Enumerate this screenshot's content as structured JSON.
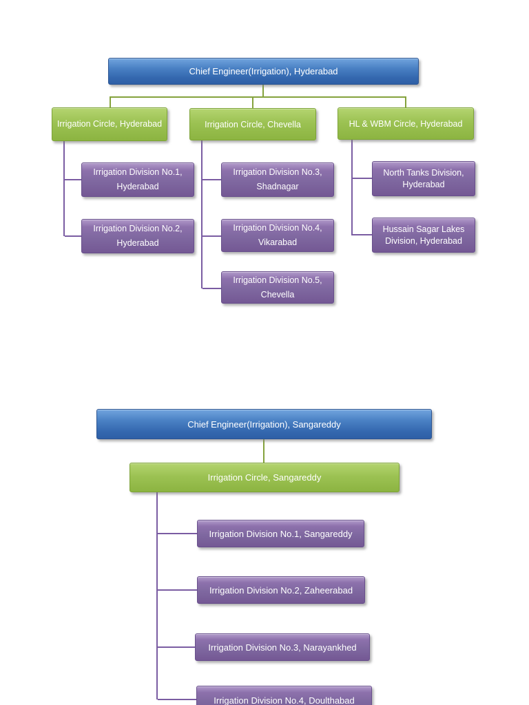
{
  "colors": {
    "root_box_blue": "#3a6fb4",
    "circle_box_green": "#94bd4a",
    "division_box_purple": "#8064a2",
    "connector_green": "#84a23c",
    "connector_purple": "#7a5ca2",
    "page_background": "#ffffff",
    "box_text": "#ffffff"
  },
  "org_chart_hyderabad": {
    "root": "Chief Engineer(Irrigation), Hyderabad",
    "branches": [
      {
        "circle": "Irrigation Circle, Hyderabad",
        "divisions": [
          "Irrigation Division No.1, Hyderabad",
          "Irrigation Division No.2, Hyderabad"
        ]
      },
      {
        "circle": "Irrigation Circle, Chevella",
        "divisions": [
          "Irrigation Division No.3, Shadnagar",
          "Irrigation Division No.4, Vikarabad",
          "Irrigation Division No.5, Chevella"
        ]
      },
      {
        "circle": "HL & WBM Circle, Hyderabad",
        "divisions": [
          "North Tanks Division, Hyderabad",
          "Hussain Sagar Lakes Division, Hyderabad"
        ]
      }
    ]
  },
  "org_chart_sangareddy": {
    "root": "Chief Engineer(Irrigation), Sangareddy",
    "branches": [
      {
        "circle": "Irrigation Circle, Sangareddy",
        "divisions": [
          "Irrigation Division No.1, Sangareddy",
          "Irrigation Division No.2, Zaheerabad",
          "Irrigation Division No.3, Narayankhed",
          "Irrigation Division No.4, Doulthabad"
        ]
      }
    ]
  }
}
